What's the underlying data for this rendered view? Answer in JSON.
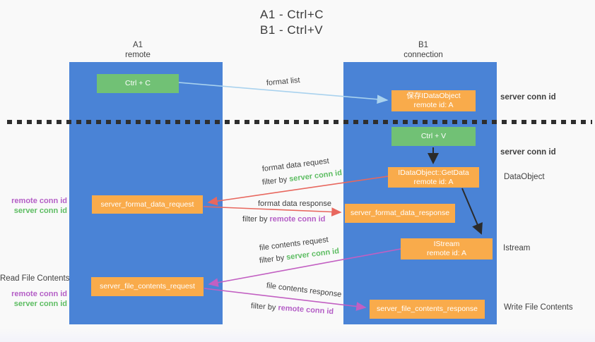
{
  "title": {
    "line1": "A1 - Ctrl+C",
    "line2": "B1 - Ctrl+V"
  },
  "lanes": {
    "left": {
      "name": "A1",
      "role": "remote"
    },
    "right": {
      "name": "B1",
      "role": "connection"
    }
  },
  "nodes": {
    "ctrl_c": {
      "label": "Ctrl + C"
    },
    "save_idataobject": {
      "label": "保存IDataObject",
      "sublabel": "remote id: A"
    },
    "ctrl_v": {
      "label": "Ctrl + V"
    },
    "getdata": {
      "label": "IDataObject::GetData",
      "sublabel": "remote id: A"
    },
    "format_request": {
      "label": "server_format_data_request"
    },
    "format_response": {
      "label": "server_format_data_response"
    },
    "istream": {
      "label": "IStream",
      "sublabel": "remote id: A"
    },
    "file_request": {
      "label": "server_file_contents_request"
    },
    "file_response": {
      "label": "server_file_contents_response"
    }
  },
  "flow_labels": {
    "format_list": "format list",
    "format_data_request": "format data request",
    "format_data_request_filter_prefix": "filter by",
    "format_data_request_filter_key": "server conn id",
    "format_data_response": "format data response",
    "format_data_response_filter_prefix": "filter by",
    "format_data_response_filter_key": "remote conn id",
    "file_contents_request": "file contents request",
    "file_contents_request_filter_prefix": "filter by",
    "file_contents_request_filter_key": "server conn id",
    "file_contents_response": "file contents response",
    "file_contents_response_filter_prefix": "filter by",
    "file_contents_response_filter_key": "remote conn id"
  },
  "side_labels": {
    "right_server_conn_id_top": "server conn id",
    "right_server_conn_id_mid": "server conn id",
    "right_dataobject": "DataObject",
    "right_istream": "Istream",
    "right_write_file": "Write File Contents",
    "left_remote_conn_id_1": "remote conn id",
    "left_server_conn_id_1": "server conn id",
    "left_read_file": "Read File Contents",
    "left_remote_conn_id_2": "remote conn id",
    "left_server_conn_id_2": "server conn id"
  },
  "colors": {
    "lane_blue": "#4a83d6",
    "node_green": "#71c175",
    "node_orange": "#f9ab4b",
    "conn_id_green": "#5dbd62",
    "conn_id_purple": "#b45ec6",
    "arrow_blue": "#a9d2ee",
    "arrow_red": "#e8675e",
    "arrow_magenta": "#c25fc2",
    "arrow_black": "#2b2b2b",
    "text_dark": "#3f3f3f",
    "background": "#f9f9f9"
  }
}
